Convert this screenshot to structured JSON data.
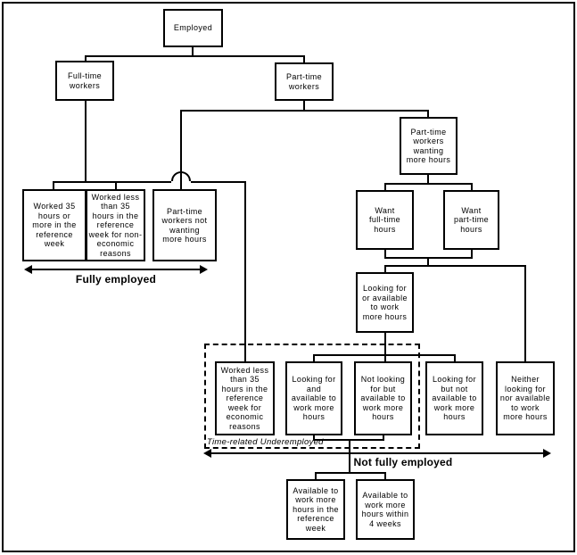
{
  "boxes": [
    {
      "id": "employed",
      "text": "Employed"
    },
    {
      "id": "full-time-workers",
      "text": "Full-time\nworkers"
    },
    {
      "id": "part-time-workers",
      "text": "Part-time\nworkers"
    },
    {
      "id": "worked-35-or-more",
      "text": "Worked 35\nhours or\nmore in the\nreference\nweek"
    },
    {
      "id": "worked-less-35-non-economic",
      "text": "Worked less\nthan 35\nhours in the\nreference\nweek for non-\neconomic\nreasons"
    },
    {
      "id": "pt-not-wanting-more",
      "text": "Part-time\nworkers not\nwanting\nmore hours"
    },
    {
      "id": "pt-wanting-more",
      "text": "Part-time\nworkers\nwanting\nmore hours"
    },
    {
      "id": "want-full-time",
      "text": "Want\nfull-time\nhours"
    },
    {
      "id": "want-part-time",
      "text": "Want\npart-time\nhours"
    },
    {
      "id": "looking-or-available",
      "text": "Looking for\nor available\nto work\nmore hours"
    },
    {
      "id": "worked-less-35-economic",
      "text": "Worked less\nthan 35\nhours in the\nreference\nweek for\neconomic\nreasons"
    },
    {
      "id": "looking-and-available",
      "text": "Looking for\nand\navailable to\nwork more\nhours"
    },
    {
      "id": "not-looking-but-available",
      "text": "Not looking\nfor but\navailable to\nwork more\nhours"
    },
    {
      "id": "looking-but-not-available",
      "text": "Looking for\nbut not\navailable to\nwork more\nhours"
    },
    {
      "id": "neither-looking-nor-available",
      "text": "Neither\nlooking for\nnor available\nto work\nmore hours"
    },
    {
      "id": "available-reference-week",
      "text": "Available to\nwork more\nhours in the\nreference\nweek"
    },
    {
      "id": "available-4-weeks",
      "text": "Available to\nwork more\nhours within\n4 weeks"
    }
  ],
  "labels": {
    "fully_employed": "Fully employed",
    "not_fully_employed": "Not fully employed",
    "time_related_underemployed": "Time-related Underemployed"
  },
  "colors": {
    "line": "#000000",
    "background": "#ffffff"
  }
}
